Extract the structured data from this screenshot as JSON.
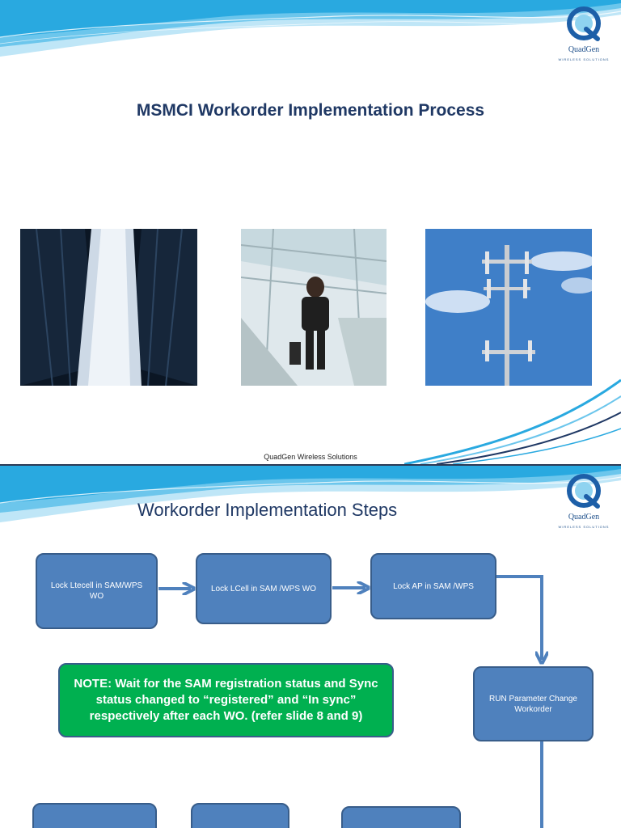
{
  "slide1": {
    "title": "MSMCI Workorder Implementation Process",
    "footer": "QuadGen Wireless Solutions",
    "photos": [
      "server-aisle-photo",
      "escalator-woman-photo",
      "cell-tower-photo"
    ]
  },
  "logo": {
    "name": "QuadGen",
    "tagline": "WIRELESS SOLUTIONS"
  },
  "slide2": {
    "title": "Workorder Implementation Steps",
    "steps": [
      "Lock Ltecell in SAM/WPS WO",
      "Lock LCell in SAM /WPS WO",
      "Lock AP in SAM /WPS",
      "RUN Parameter Change Workorder"
    ],
    "note": "NOTE: Wait for the SAM registration status and Sync status changed to “registered” and “In sync” respectively after each WO. (refer slide 8 and 9)"
  },
  "colors": {
    "title": "#1f3864",
    "box_fill": "#4f81bd",
    "box_border": "#385d8a",
    "note_fill": "#00b050",
    "wave": "#29a9e0"
  }
}
